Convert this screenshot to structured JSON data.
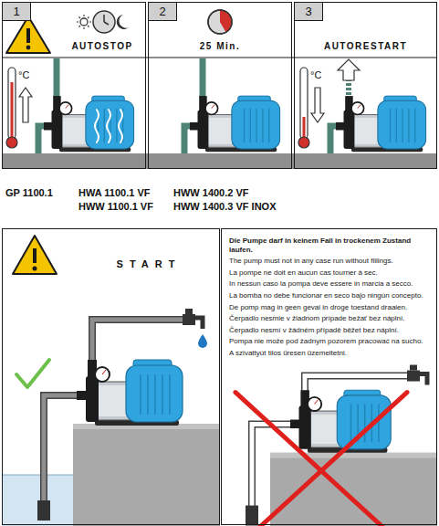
{
  "diagram": {
    "nodes": [
      {
        "text": [
          "AUTOSTOP"
        ]
      },
      {
        "text": [
          "1"
        ],
        "in": 0
      },
      {
        "text": [
          "25 Min."
        ]
      },
      {
        "text": [
          "2"
        ],
        "in": 2
      },
      {
        "text": [
          "AUTORESTART"
        ]
      },
      {
        "text": [
          "3"
        ],
        "in": 4
      },
      {
        "text": [
          "START"
        ]
      },
      {
        "text": [
          "Die Pumpe darf in keinem Fall in trockenem Zustand laufen.",
          "The pump must not in any case run without fillings.",
          "La pompe ne doit en aucun cas tourner à sec.",
          "In nessun caso la pompa deve essere in marcia a secco.",
          "La bomba no debe funcionar en seco bajo ningún concepto.",
          "De pomp mag in geen geval in droge toestand draaien.",
          "Čerpadlo nesmie v žiadnom prípade bežať bez náplní.",
          "Čerpadlo nesmí v žádném případě běžet bez náplní.",
          "Pompa nie może pod żadnym pozorem pracować na sucho.",
          "A szivattyút tilos üresen üzemeltetni."
        ]
      }
    ],
    "labels": [
      "°C",
      "°C",
      "GP 1100.1",
      "HWA 1100.1 VF",
      "HWW 1400.2 VF",
      "HWW 1100.1 VF",
      "HWW 1400.3 VF INOX"
    ]
  }
}
